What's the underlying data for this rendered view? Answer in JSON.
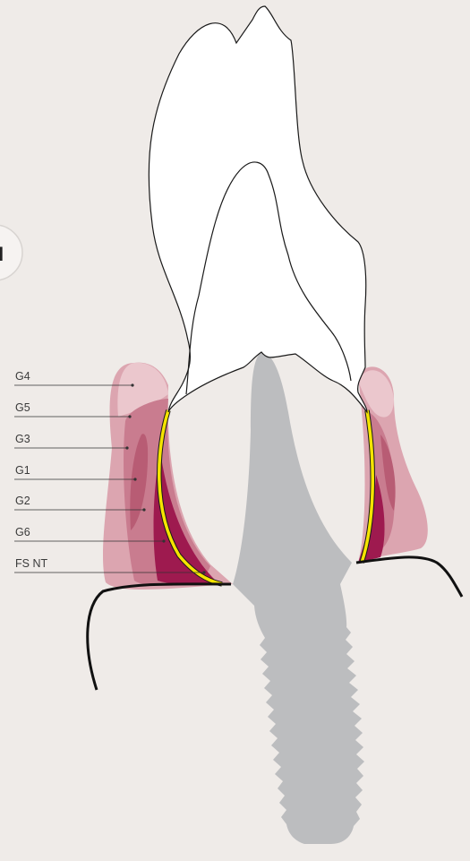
{
  "badge": {
    "label": "I"
  },
  "labels": [
    {
      "id": "g4",
      "text": "G4"
    },
    {
      "id": "g5",
      "text": "G5"
    },
    {
      "id": "g3",
      "text": "G3"
    },
    {
      "id": "g1",
      "text": "G1"
    },
    {
      "id": "g2",
      "text": "G2"
    },
    {
      "id": "g6",
      "text": "G6"
    },
    {
      "id": "fsnt",
      "text": "FS NT"
    }
  ],
  "colors": {
    "background": "#efebe8",
    "tooth_fill": "#ffffff",
    "tooth_outline": "#1a1a1a",
    "implant": "#bcbdbf",
    "bone_line": "#111111",
    "gingiva_light": "#e8c4c9",
    "gingiva_mid": "#d69aa6",
    "gingiva_deep": "#c2697e",
    "gingiva_dark": "#9e1a4f",
    "yellow_line": "#f5e400"
  },
  "icons": [
    "tooth-crown-outline",
    "implant-screw",
    "gingiva-layers",
    "bone-contour"
  ]
}
